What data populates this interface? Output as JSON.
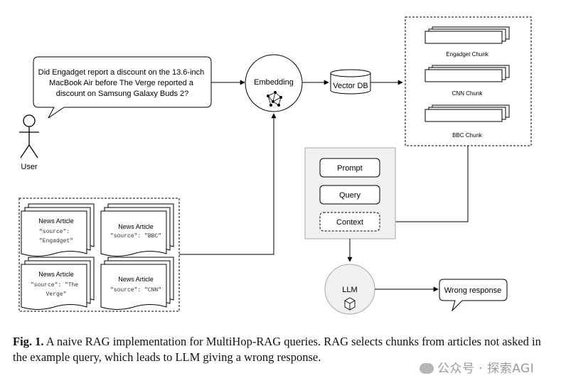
{
  "question": [
    "Did Engadget report a discount on the 13.6-inch",
    "MacBook Air before The Verge reported a",
    "discount on Samsung Galaxy Buds 2?"
  ],
  "user_label": "User",
  "embedding_label": "Embedding",
  "vectordb_label": "Vector DB",
  "chunks": [
    "Engadget Chunk",
    "CNN Chunk",
    "BBC Chunk"
  ],
  "prompt_parts": {
    "prompt": "Prompt",
    "query": "Query",
    "context": "Context"
  },
  "llm_label": "LLM",
  "response_label": "Wrong response",
  "articles": [
    {
      "title": "News Article",
      "source_lines": [
        "\"source\":",
        "\"Engadget\""
      ]
    },
    {
      "title": "News Article",
      "source_lines": [
        "\"source\": \"BBC\""
      ]
    },
    {
      "title": "News Article",
      "source_lines": [
        "\"source\": \"The",
        "Verge\""
      ]
    },
    {
      "title": "News Article",
      "source_lines": [
        "\"source\": \"CNN\""
      ]
    }
  ],
  "caption": {
    "label": "Fig. 1.",
    "text": " A naive RAG implementation for MultiHop-RAG queries. RAG selects chunks from articles not asked in the example query, which leads to LLM giving a wrong response."
  },
  "watermark": "公众号 · 探索AGI"
}
